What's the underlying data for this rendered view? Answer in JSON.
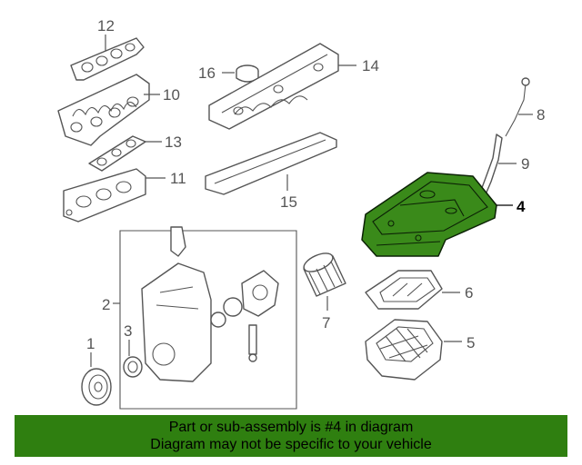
{
  "diagram": {
    "highlighted_part": "4",
    "callouts": [
      {
        "id": "1",
        "label": "1"
      },
      {
        "id": "2",
        "label": "2"
      },
      {
        "id": "3",
        "label": "3"
      },
      {
        "id": "4",
        "label": "4"
      },
      {
        "id": "5",
        "label": "5"
      },
      {
        "id": "6",
        "label": "6"
      },
      {
        "id": "7",
        "label": "7"
      },
      {
        "id": "8",
        "label": "8"
      },
      {
        "id": "9",
        "label": "9"
      },
      {
        "id": "10",
        "label": "10"
      },
      {
        "id": "11",
        "label": "11"
      },
      {
        "id": "12",
        "label": "12"
      },
      {
        "id": "13",
        "label": "13"
      },
      {
        "id": "14",
        "label": "14"
      },
      {
        "id": "15",
        "label": "15"
      },
      {
        "id": "16",
        "label": "16"
      }
    ]
  },
  "banner": {
    "line1": "Part or sub-assembly is #4 in diagram",
    "line2": "Diagram may not be specific to your vehicle"
  },
  "colors": {
    "highlight": "#3a8a1a",
    "banner": "#2f7f10",
    "line_art": "#555555"
  }
}
